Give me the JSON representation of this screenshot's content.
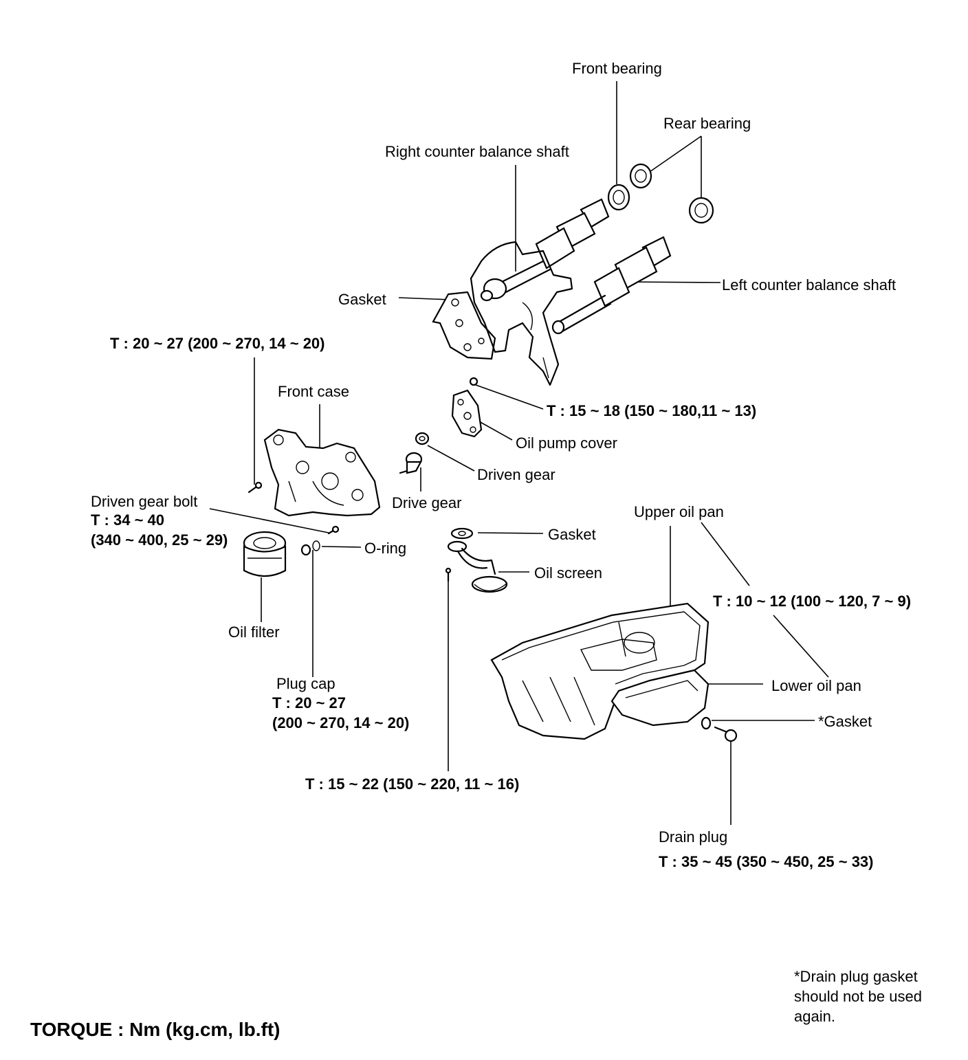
{
  "labels": {
    "front_bearing": "Front bearing",
    "rear_bearing": "Rear bearing",
    "right_shaft": "Right counter balance shaft",
    "left_shaft": "Left counter balance shaft",
    "gasket_top": "Gasket",
    "torque_front_case_bolt": "T : 20 ~ 27 (200 ~ 270, 14 ~ 20)",
    "front_case": "Front case",
    "torque_pump_cover": "T : 15 ~ 18 (150 ~ 180,11 ~ 13)",
    "oil_pump_cover": "Oil pump cover",
    "driven_gear": "Driven gear",
    "drive_gear": "Drive gear",
    "driven_gear_bolt": "Driven gear bolt",
    "driven_gear_bolt_t1": "T : 34 ~ 40",
    "driven_gear_bolt_t2": "(340 ~ 400, 25 ~ 29)",
    "o_ring": "O-ring",
    "oil_filter": "Oil filter",
    "gasket_mid": "Gasket",
    "oil_screen": "Oil screen",
    "upper_oil_pan": "Upper oil pan",
    "torque_pan": "T : 10 ~ 12 (100 ~ 120, 7 ~ 9)",
    "lower_oil_pan": "Lower oil pan",
    "gasket_star": "*Gasket",
    "plug_cap": "Plug cap",
    "plug_cap_t1": "T : 20 ~ 27",
    "plug_cap_t2": "(200 ~ 270, 14 ~ 20)",
    "torque_screen_bolt": "T : 15 ~ 22 (150 ~ 220, 11 ~ 16)",
    "drain_plug": "Drain plug",
    "torque_drain_plug": "T : 35 ~ 45 (350 ~ 450, 25 ~ 33)"
  },
  "note": {
    "line1": "*Drain plug gasket",
    "line2": "should not be used",
    "line3": "again."
  },
  "footer": {
    "torque_units": "TORQUE : Nm (kg.cm, lb.ft)"
  }
}
